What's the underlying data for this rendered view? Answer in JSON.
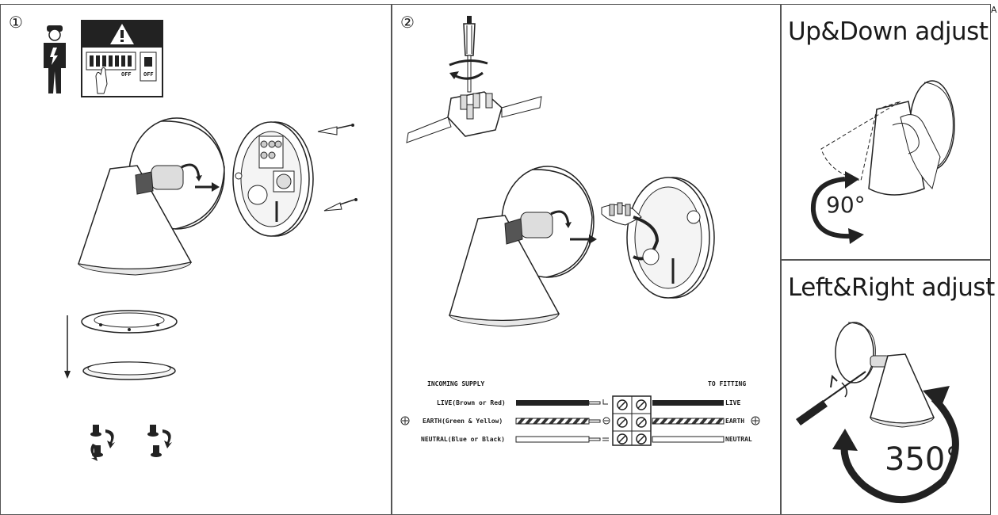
{
  "steps": {
    "one": "①",
    "two": "②"
  },
  "panel1": {
    "off_label_1": "OFF",
    "off_label_2": "OFF"
  },
  "panel2": {
    "incoming_supply": "INCOMING SUPPLY",
    "to_fitting": "TO FITTING",
    "rows": [
      {
        "left": "LIVE(Brown or Red)",
        "right": "LIVE"
      },
      {
        "left": "EARTH(Green & Yellow)",
        "right": "EARTH"
      },
      {
        "left": "NEUTRAL(Blue or Black)",
        "right": "NEUTRAL"
      }
    ]
  },
  "panel3": {
    "title": "Up&Down adjust",
    "angle": "90°"
  },
  "panel4": {
    "title": "Left&Right adjust",
    "angle": "350°"
  },
  "corner_mark": "A",
  "colors": {
    "line": "#1a1a1a",
    "fill_light": "#f2f2f2",
    "earth_stripe": "#333333"
  },
  "icons": [
    "electrician-icon",
    "warning-icon",
    "screwdriver-icon",
    "terminal-block-icon",
    "rotate-arrow-icon"
  ]
}
